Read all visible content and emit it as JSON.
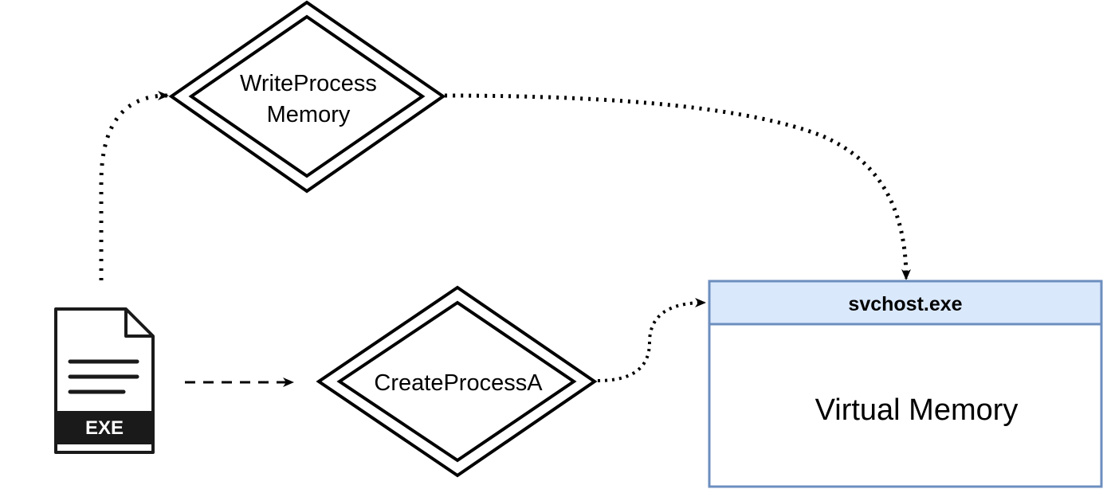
{
  "nodes": {
    "exe_file": {
      "label": "EXE",
      "icon": "exe-file-icon"
    },
    "write_process_memory": {
      "label_line1": "WriteProcess",
      "label_line2": "Memory",
      "shape": "double-diamond"
    },
    "create_process": {
      "label": "CreateProcessA",
      "shape": "double-diamond"
    },
    "svchost": {
      "header": "svchost.exe",
      "body": "Virtual Memory",
      "header_color": "#dae8fc",
      "border_color": "#6c8ebf"
    }
  },
  "edges": [
    {
      "from": "exe_file",
      "to": "write_process_memory",
      "style": "dotted"
    },
    {
      "from": "exe_file",
      "to": "create_process",
      "style": "dashed"
    },
    {
      "from": "write_process_memory",
      "to": "svchost",
      "style": "dotted"
    },
    {
      "from": "create_process",
      "to": "svchost",
      "style": "dotted"
    }
  ]
}
